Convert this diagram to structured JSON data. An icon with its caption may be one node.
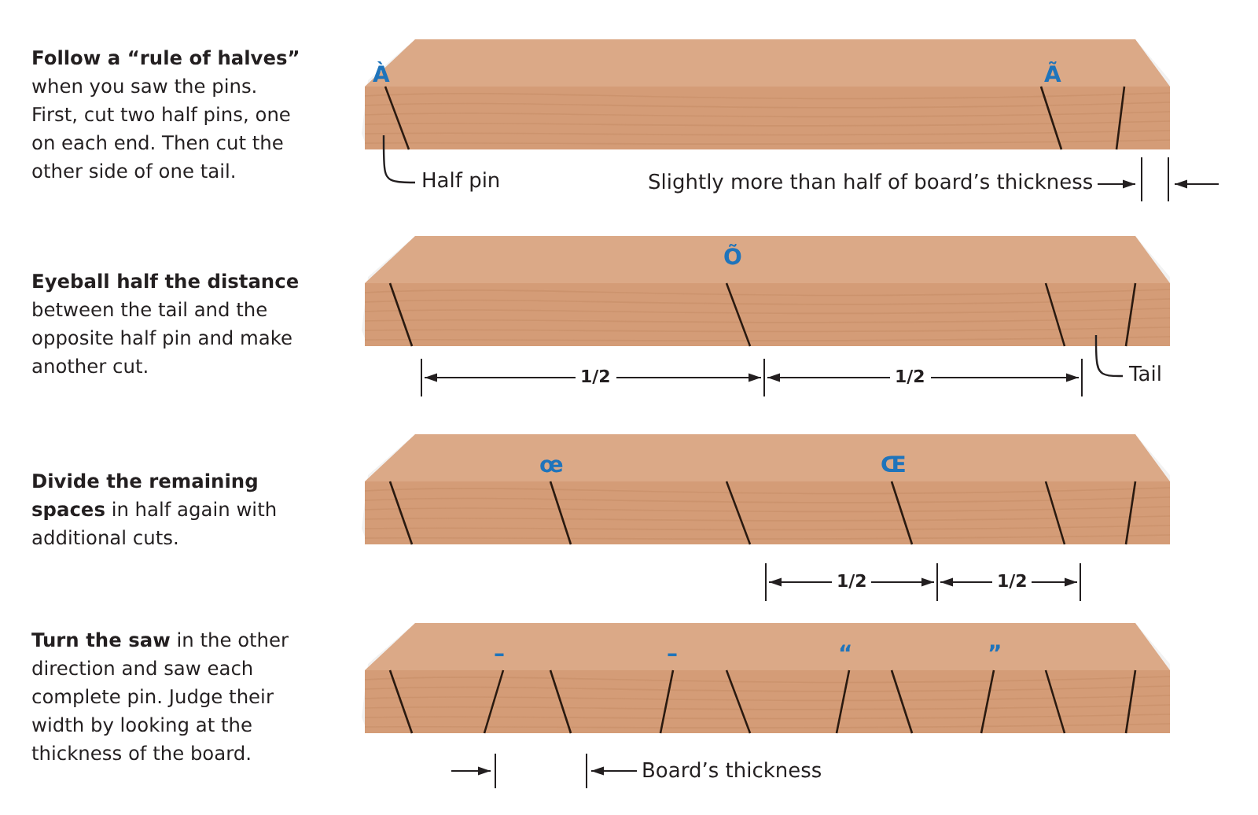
{
  "diagram": {
    "nodes": [
      {
        "text": [
          "Half pin"
        ]
      },
      {
        "text": [
          "Tail"
        ]
      }
    ],
    "edges": [
      {
        "from": 0,
        "to": null,
        "arrow": "none"
      },
      {
        "from": 1,
        "to": null,
        "arrow": "none"
      }
    ],
    "labels": [
      "**Follow a “rule of halves”** when you saw the pins. First, cut two half pins, one on each end. Then cut the other side of one tail.",
      "À",
      "Ã",
      "Slightly more than half of board’s thickness",
      "**Eyeball half the distance** between the tail and the opposite half pin and make another cut.",
      "Õ",
      "1/2",
      "1/2",
      "**Divide the remaining spaces** in half again with additional cuts.",
      "œ",
      "Œ",
      "1/2",
      "1/2",
      "**Turn the saw** in the other direction and saw each complete pin. Judge their width by looking at the thickness of the board.",
      "–",
      "–",
      "“",
      "”",
      "Board’s thickness"
    ]
  }
}
